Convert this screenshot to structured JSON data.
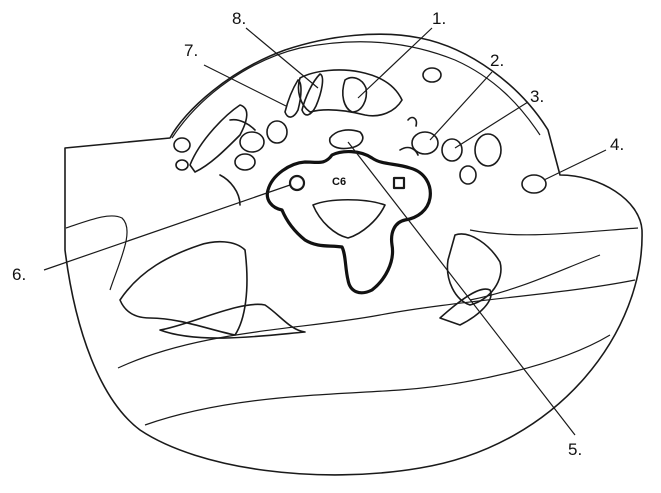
{
  "vertebra_label": "C6",
  "labels": [
    {
      "id": "1",
      "text": "1."
    },
    {
      "id": "2",
      "text": "2."
    },
    {
      "id": "3",
      "text": "3."
    },
    {
      "id": "4",
      "text": "4."
    },
    {
      "id": "5",
      "text": "5."
    },
    {
      "id": "6",
      "text": "6."
    },
    {
      "id": "7",
      "text": "7."
    },
    {
      "id": "8",
      "text": "8."
    }
  ],
  "colors": {
    "line": "#1a1a1a",
    "background": "#ffffff"
  }
}
